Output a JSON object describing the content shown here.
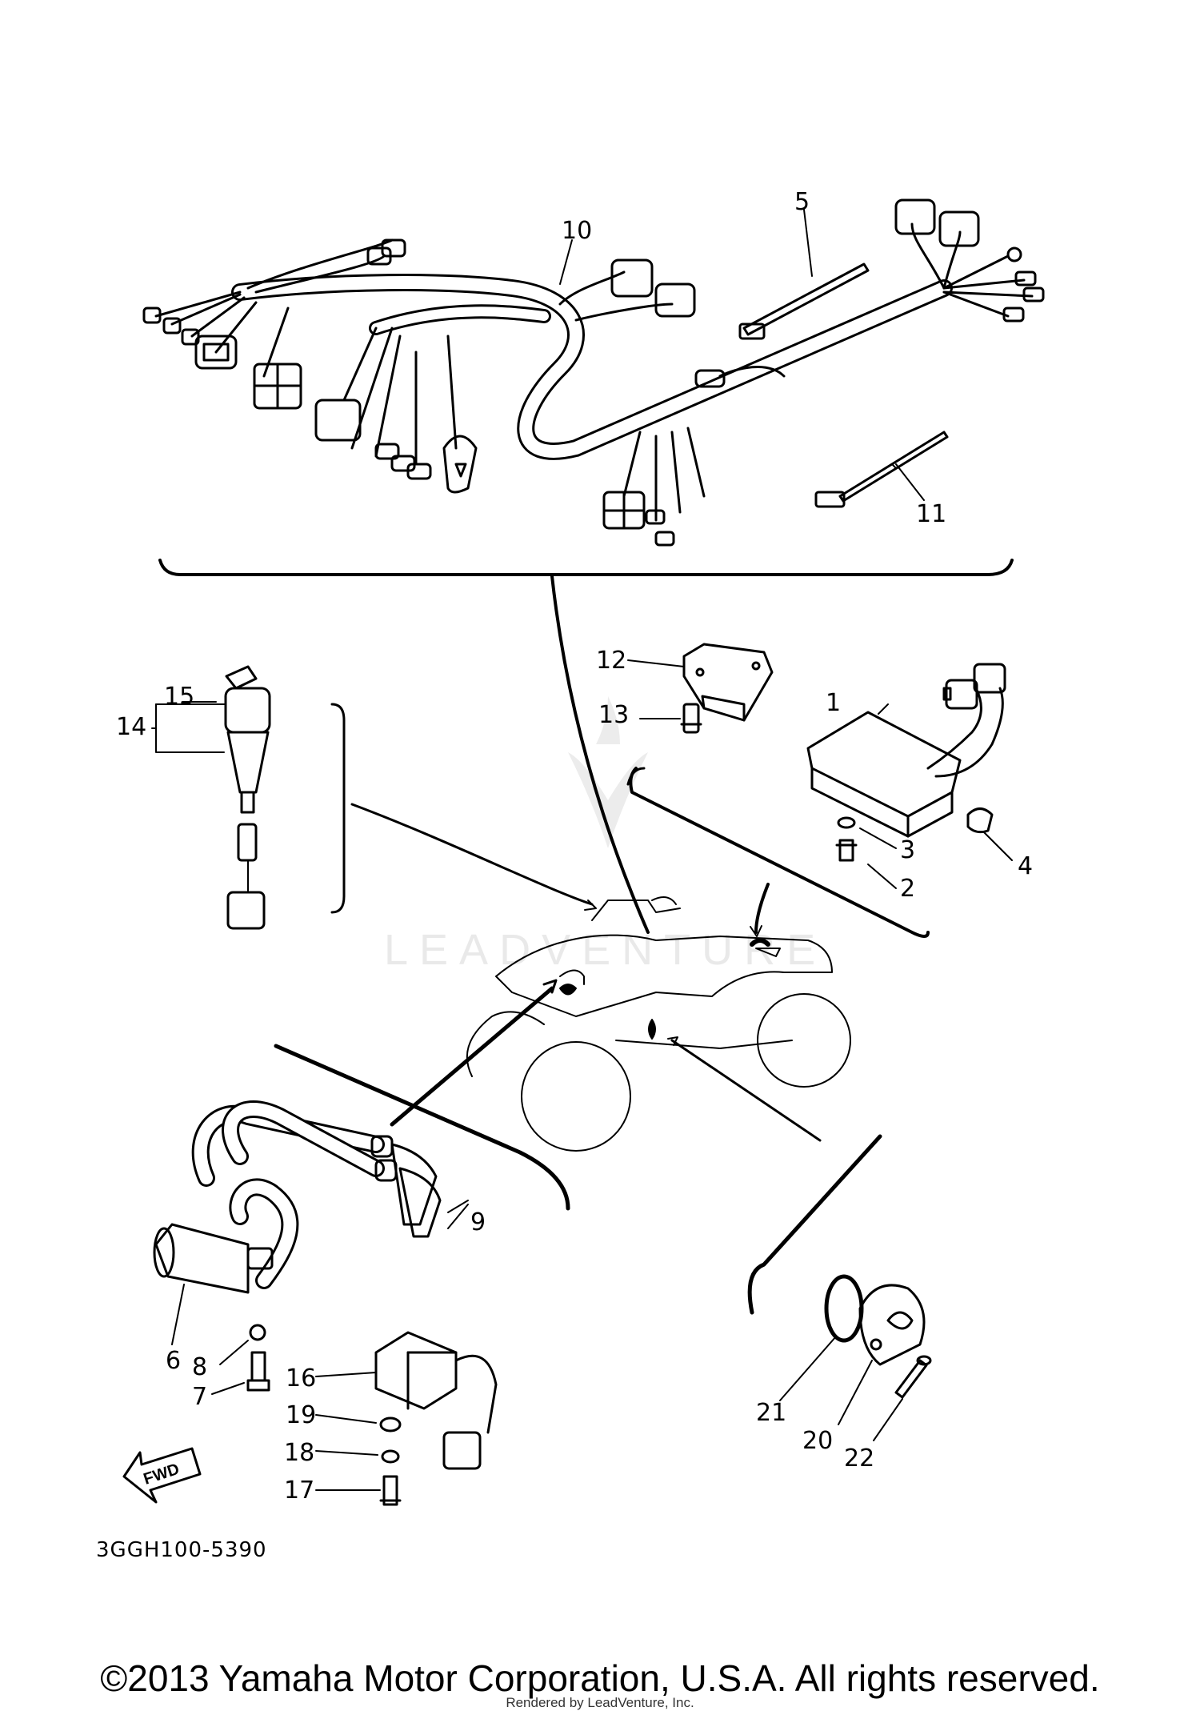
{
  "callouts": [
    "1",
    "2",
    "3",
    "4",
    "5",
    "6",
    "7",
    "8",
    "9",
    "10",
    "11",
    "12",
    "13",
    "14",
    "15",
    "16",
    "17",
    "18",
    "19",
    "20",
    "21",
    "22"
  ],
  "drawing_number": "3GGH100-5390",
  "fwd_label": "FWD",
  "watermark": "LEADVENTURE",
  "footer": {
    "copyright": "©2013 Yamaha Motor Corporation, U.S.A. All rights reserved.",
    "rendered_by": "Rendered by LeadVenture, Inc."
  }
}
